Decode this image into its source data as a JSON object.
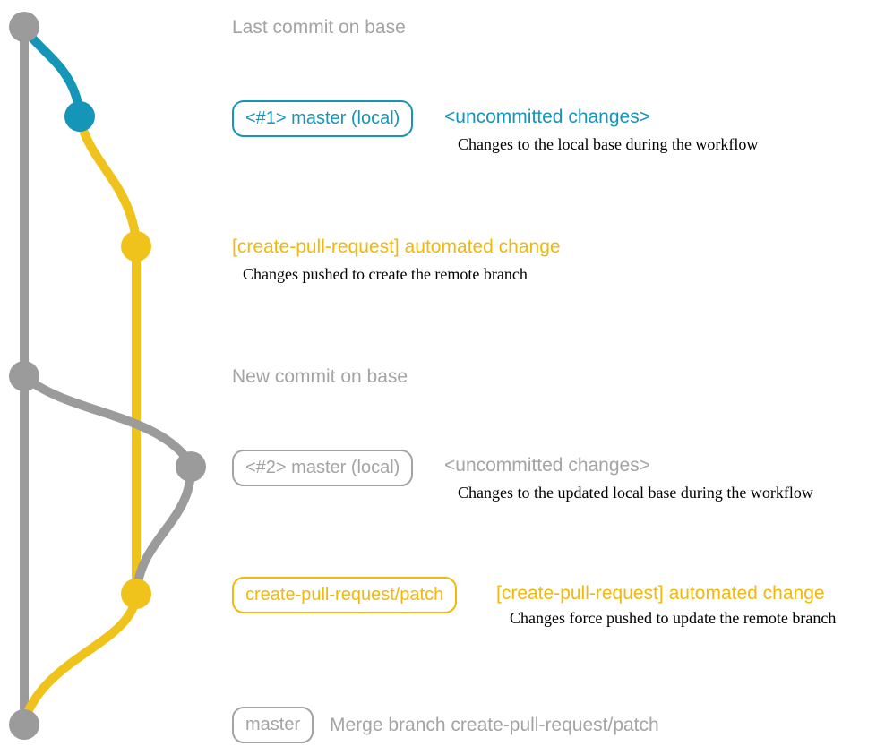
{
  "colors": {
    "gray": "#9b9b9b",
    "gray_text": "#a4a4a4",
    "teal": "#1596b9",
    "yellow": "#efc31c",
    "yellow_text": "#f2b80a",
    "ink": "#000000"
  },
  "rows": {
    "last_commit": {
      "title": "Last commit on base"
    },
    "master_local_1": {
      "badge": "<#1> master (local)",
      "heading": "<uncommitted changes>",
      "description": "Changes to the local base during the workflow"
    },
    "automated_change_1": {
      "heading": "[create-pull-request] automated change",
      "description": "Changes pushed to create the remote branch"
    },
    "new_commit": {
      "title": "New commit on base"
    },
    "master_local_2": {
      "badge": "<#2> master (local)",
      "heading": "<uncommitted changes>",
      "description": "Changes to the updated local base during the workflow"
    },
    "automated_change_2": {
      "badge": "create-pull-request/patch",
      "heading": "[create-pull-request] automated change",
      "description": "Changes force pushed to update the remote branch"
    },
    "merge": {
      "badge": "master",
      "title": "Merge branch create-pull-request/patch"
    }
  },
  "graph": {
    "commits": [
      {
        "name": "last-commit-on-base",
        "branch": "base",
        "color": "gray"
      },
      {
        "name": "uncommitted-changes-1",
        "branch": "master-local",
        "color": "teal"
      },
      {
        "name": "automated-change-1",
        "branch": "create-pull-request/patch",
        "color": "yellow"
      },
      {
        "name": "new-commit-on-base",
        "branch": "base",
        "color": "gray"
      },
      {
        "name": "uncommitted-changes-2",
        "branch": "master-local",
        "color": "gray"
      },
      {
        "name": "automated-change-2",
        "branch": "create-pull-request/patch",
        "color": "yellow"
      },
      {
        "name": "merge-commit",
        "branch": "base",
        "color": "gray"
      }
    ]
  }
}
